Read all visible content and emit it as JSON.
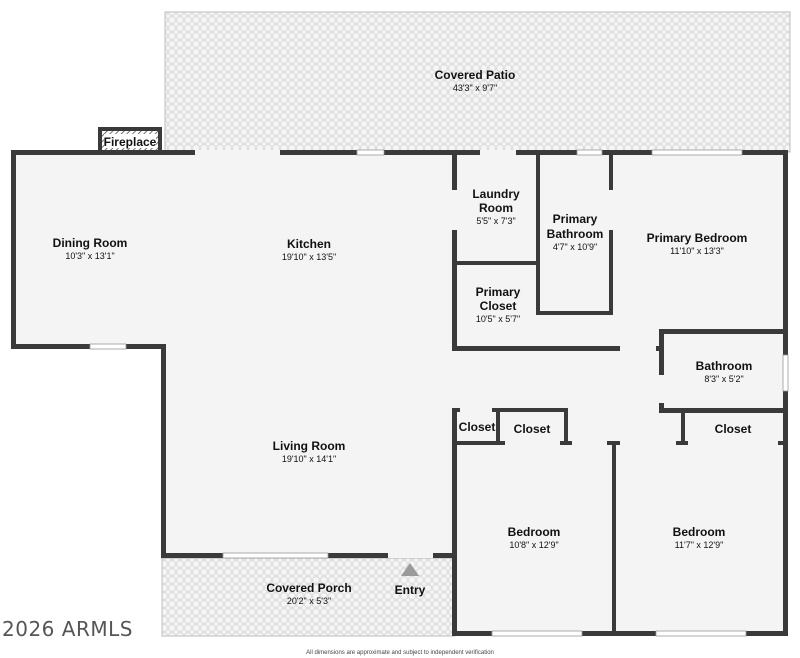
{
  "rooms": {
    "covered_patio": {
      "name": "Covered Patio",
      "dims": "43'3\" x 9'7\""
    },
    "fireplace": {
      "name": "Fireplace"
    },
    "dining_room": {
      "name": "Dining Room",
      "dims": "10'3\" x 13'1\""
    },
    "kitchen": {
      "name": "Kitchen",
      "dims": "19'10\" x 13'5\""
    },
    "laundry_room": {
      "name_line1": "Laundry",
      "name_line2": "Room",
      "dims": "5'5\" x 7'3\""
    },
    "primary_bathroom": {
      "name_line1": "Primary",
      "name_line2": "Bathroom",
      "dims": "4'7\" x 10'9\""
    },
    "primary_bedroom": {
      "name": "Primary Bedroom",
      "dims": "11'10\" x 13'3\""
    },
    "primary_closet": {
      "name_line1": "Primary",
      "name_line2": "Closet",
      "dims": "10'5\" x 5'7\""
    },
    "bathroom": {
      "name": "Bathroom",
      "dims": "8'3\" x 5'2\""
    },
    "closet_a": {
      "name": "Closet"
    },
    "closet_b": {
      "name": "Closet"
    },
    "closet_c": {
      "name": "Closet"
    },
    "living_room": {
      "name": "Living Room",
      "dims": "19'10\" x 14'1\""
    },
    "bedroom_1": {
      "name": "Bedroom",
      "dims": "10'8\" x 12'9\""
    },
    "bedroom_2": {
      "name": "Bedroom",
      "dims": "11'7\" x 12'9\""
    },
    "covered_porch": {
      "name": "Covered Porch",
      "dims": "20'2\" x 5'3\""
    },
    "entry": {
      "name": "Entry"
    }
  },
  "watermark": "2026 ARMLS",
  "disclaimer": "All dimensions are approximate and subject to independent verification",
  "colors": {
    "wall": "#3a3a3a",
    "floor": "#f4f4f4",
    "pattern": "#cfcfcf",
    "arrow": "#9a9a9a"
  }
}
